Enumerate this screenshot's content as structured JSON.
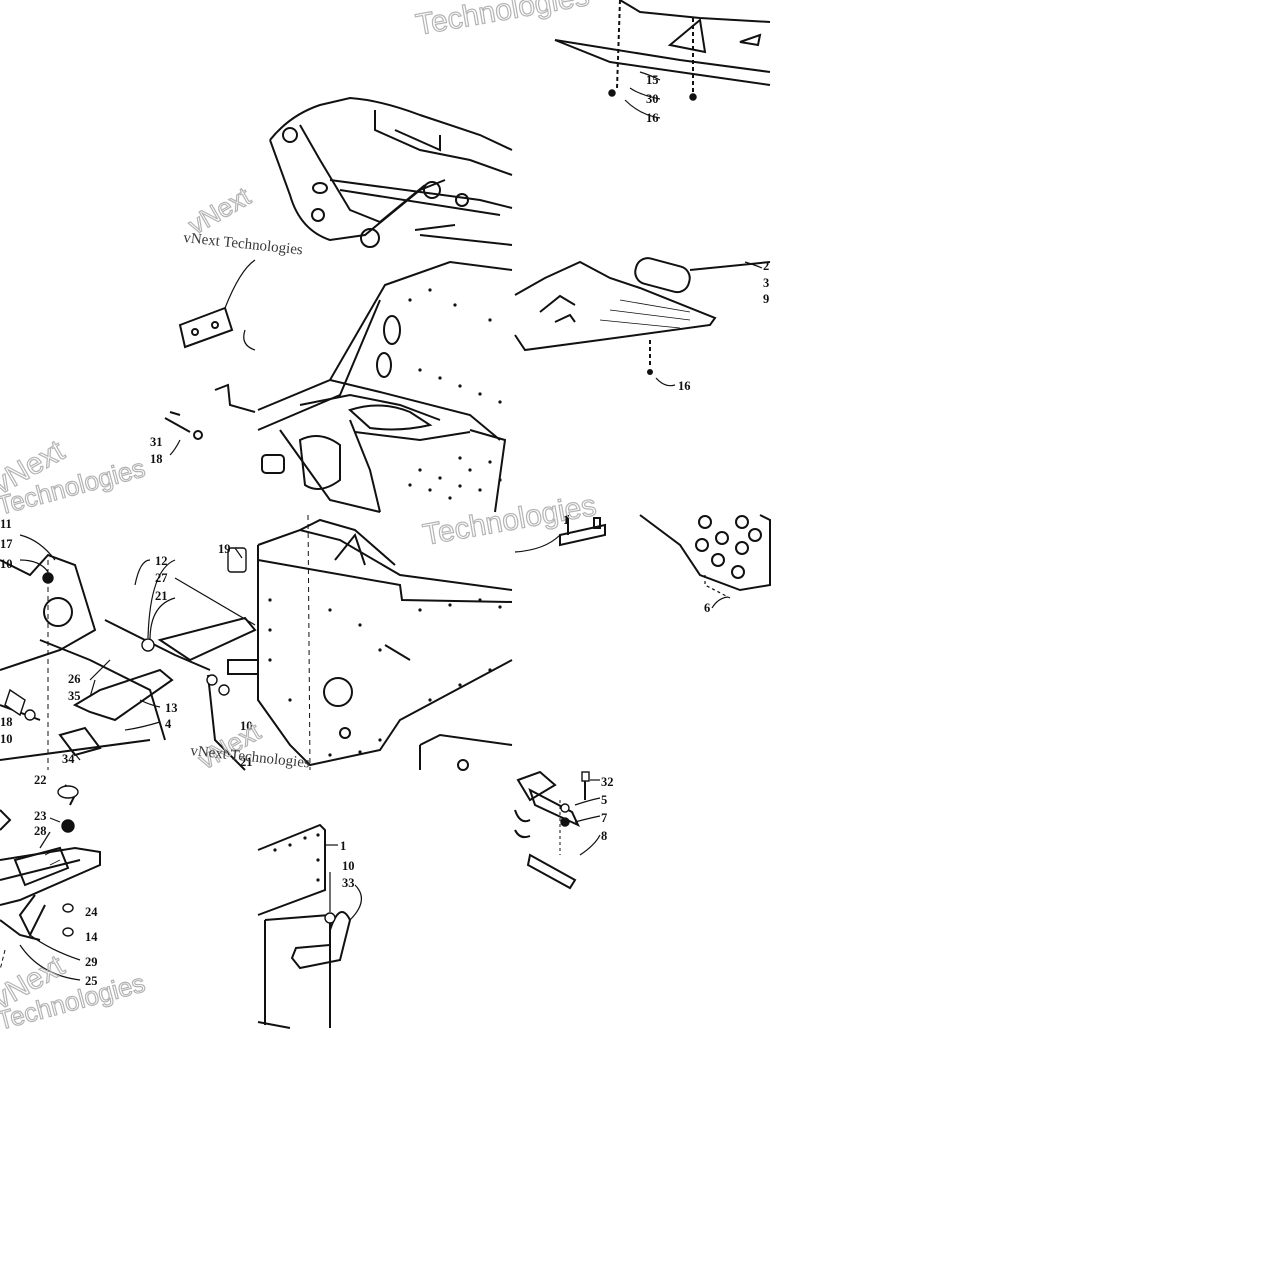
{
  "watermark": {
    "brand": "vNext",
    "tail": "Technologies",
    "line": "vNext Technologies"
  },
  "callouts": [
    "15",
    "30",
    "16",
    "16",
    "2",
    "3",
    "9",
    "31",
    "18",
    "11",
    "17",
    "10",
    "12",
    "27",
    "21",
    "19",
    "26",
    "35",
    "13",
    "4",
    "18",
    "10",
    "34",
    "10",
    "21",
    "1",
    "6",
    "22",
    "23",
    "28",
    "24",
    "14",
    "29",
    "25",
    "1",
    "10",
    "33",
    "32",
    "5",
    "7",
    "8"
  ],
  "colors": {
    "line": "#111111",
    "paper": "#ffffff",
    "watermark": "#b4b4b4"
  }
}
